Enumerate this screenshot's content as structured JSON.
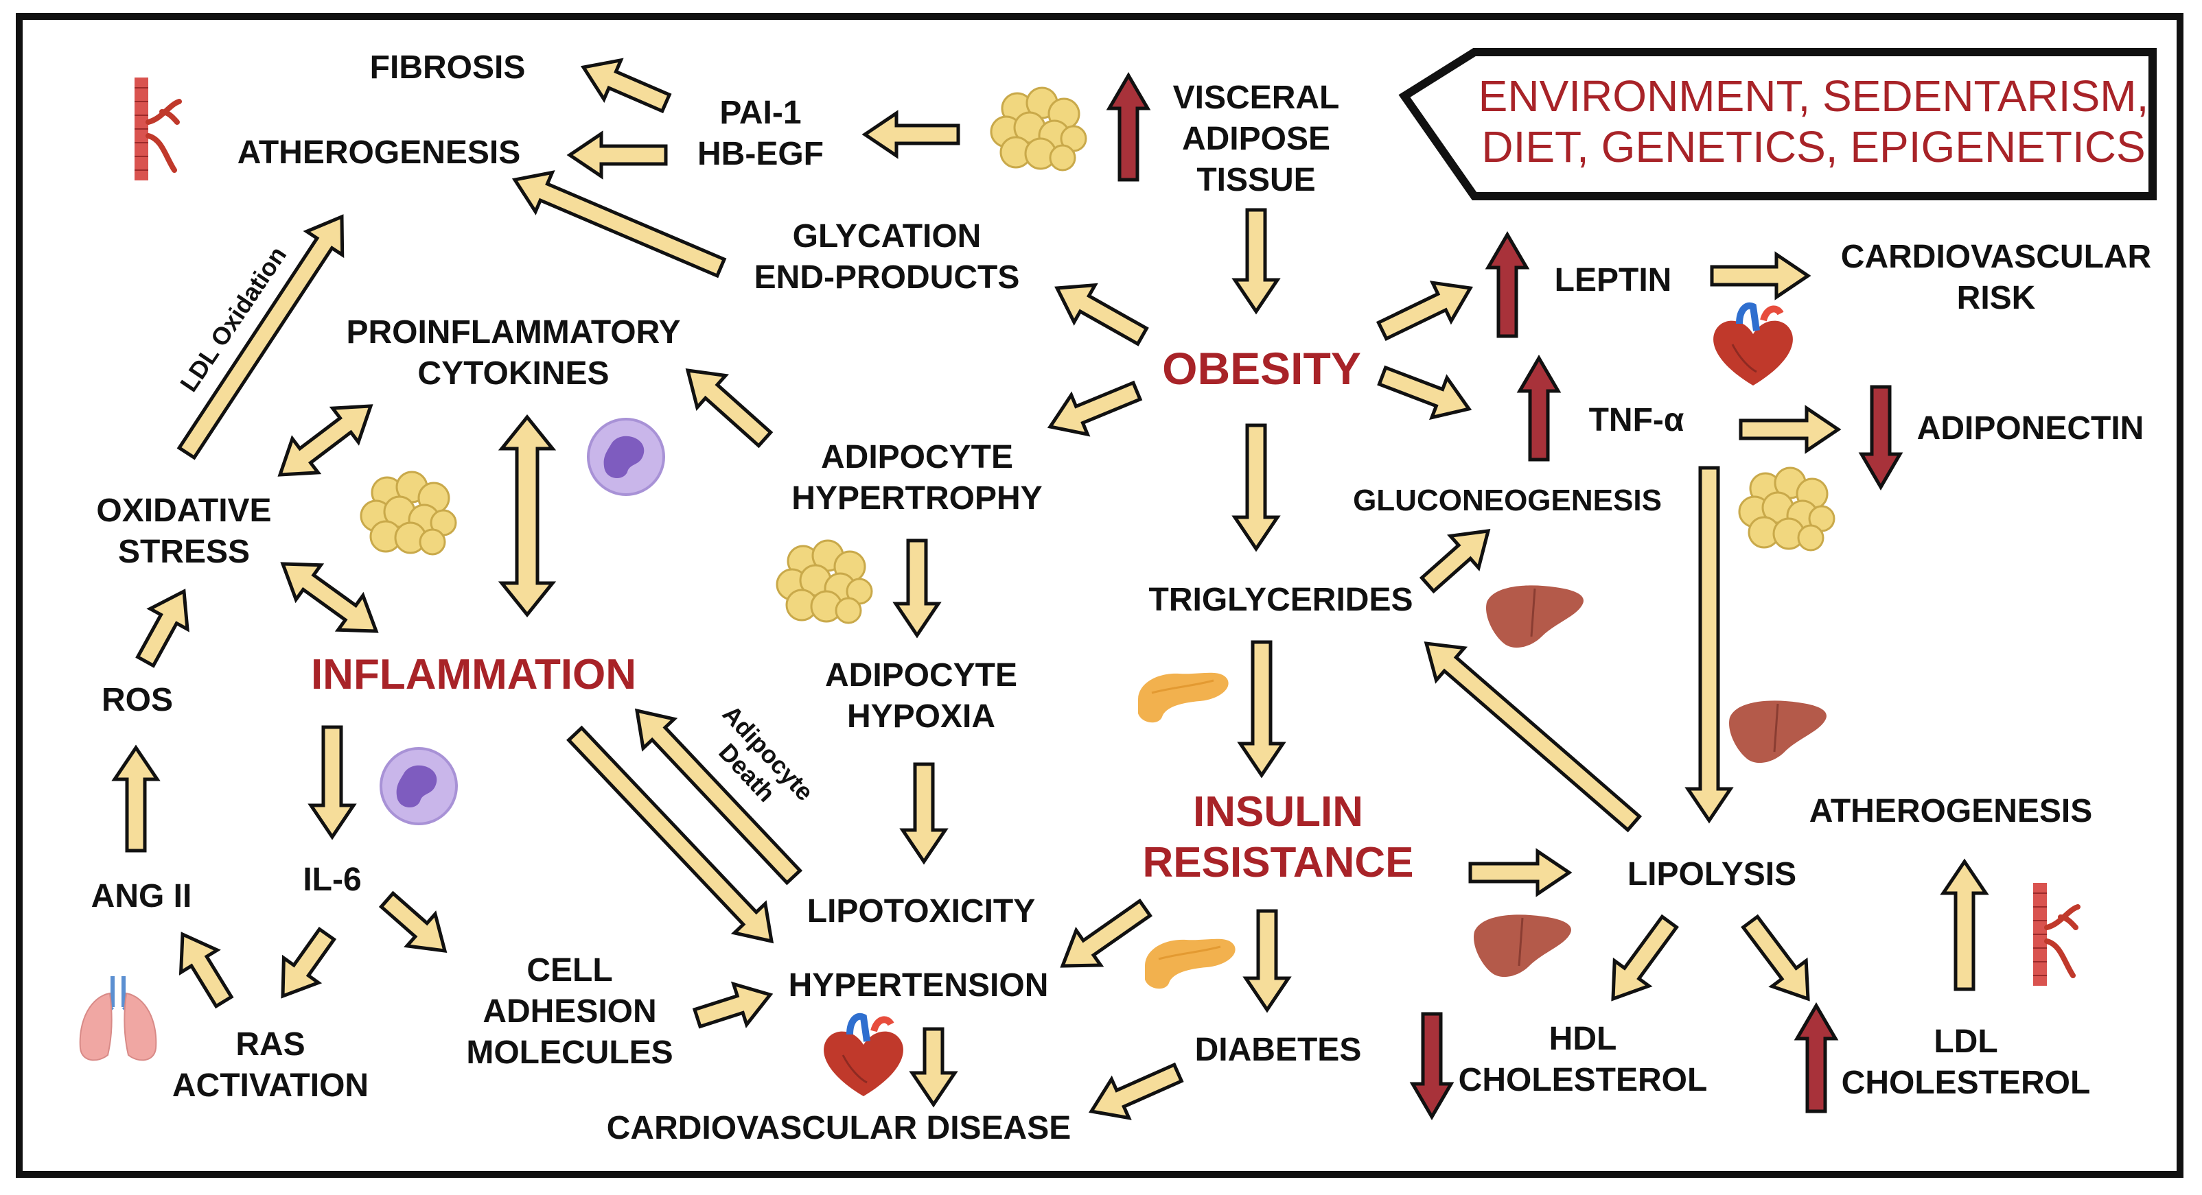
{
  "colors": {
    "arrow_fill": "#f6dd9a",
    "red_arrow_fill": "#a8323a",
    "emphasis_text": "#a82328",
    "border": "#111111",
    "fat_cell": "#f1d77f",
    "liver": "#b45a4a",
    "pancreas": "#f2b14e",
    "immune_cell": "#a892d6"
  },
  "banner": {
    "line1": "ENVIRONMENT, SEDENTARISM,",
    "line2": "DIET, GENETICS, EPIGENETICS"
  },
  "nodes": {
    "fibrosis": "FIBROSIS",
    "atherogenesis_top": "ATHEROGENESIS",
    "pai1": "PAI-1",
    "hb_egf": "HB-EGF",
    "visceral_1": "VISCERAL",
    "visceral_2": "ADIPOSE",
    "visceral_3": "TISSUE",
    "glycation_1": "GLYCATION",
    "glycation_2": "END-PRODUCTS",
    "ldl_oxidation": "LDL Oxidation",
    "proinflammatory_1": "PROINFLAMMATORY",
    "proinflammatory_2": "CYTOKINES",
    "obesity": "OBESITY",
    "leptin": "LEPTIN",
    "cv_risk_1": "CARDIOVASCULAR",
    "cv_risk_2": "RISK",
    "tnf_alpha": "TNF-α",
    "adiponectin": "ADIPONECTIN",
    "oxidative_1": "OXIDATIVE",
    "oxidative_2": "STRESS",
    "adipocyte_hypertrophy_1": "ADIPOCYTE",
    "adipocyte_hypertrophy_2": "HYPERTROPHY",
    "gluconeogenesis": "GLUCONEOGENESIS",
    "triglycerides": "TRIGLYCERIDES",
    "inflammation": "INFLAMMATION",
    "adipocyte_hypoxia_1": "ADIPOCYTE",
    "adipocyte_hypoxia_2": "HYPOXIA",
    "ros": "ROS",
    "adipocyte_death_1": "Adipocyte",
    "adipocyte_death_2": "Death",
    "insulin_resistance_1": "INSULIN",
    "insulin_resistance_2": "RESISTANCE",
    "atherogenesis_right": "ATHEROGENESIS",
    "ang_ii": "ANG II",
    "il6": "IL-6",
    "lipotoxicity": "LIPOTOXICITY",
    "lipolysis": "LIPOLYSIS",
    "cell_adhesion_1": "CELL",
    "cell_adhesion_2": "ADHESION",
    "cell_adhesion_3": "MOLECULES",
    "hypertension": "HYPERTENSION",
    "ras_1": "RAS",
    "ras_2": "ACTIVATION",
    "diabetes": "DIABETES",
    "hdl_1": "HDL",
    "hdl_2": "CHOLESTEROL",
    "ldl_1": "LDL",
    "ldl_2": "CHOLESTEROL",
    "cvd": "CARDIOVASCULAR DISEASE"
  }
}
